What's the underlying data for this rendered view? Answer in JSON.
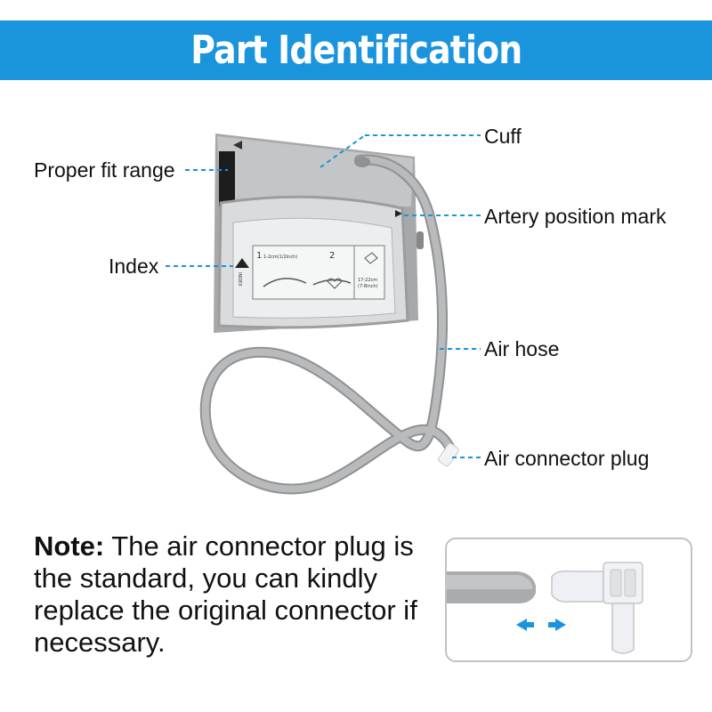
{
  "header": {
    "title": "Part Identification",
    "background": "#1a94dd"
  },
  "labels": {
    "cuff": "Cuff",
    "proper_fit_range": "Proper fit range",
    "artery_position_mark": "Artery position mark",
    "index": "Index",
    "air_hose": "Air hose",
    "air_connector_plug": "Air connector plug"
  },
  "cuff_print": {
    "step1": "1",
    "step1_text": "1-2cm(1/2inch)",
    "step2": "2",
    "index_tab": "INDEX",
    "range_text_1": "17-22cm",
    "range_text_2": "(7-8inch)"
  },
  "note": {
    "heading": "Note:",
    "body": "The air connector plug is the standard, you can kindly replace the original connector if necessary."
  },
  "colors": {
    "leader_line": "#1a94dd",
    "cuff_gray": "#b4b6b8",
    "cuff_panel": "#e4e6e7",
    "hose": "#a9abad",
    "arrows": "#1a94dd"
  }
}
